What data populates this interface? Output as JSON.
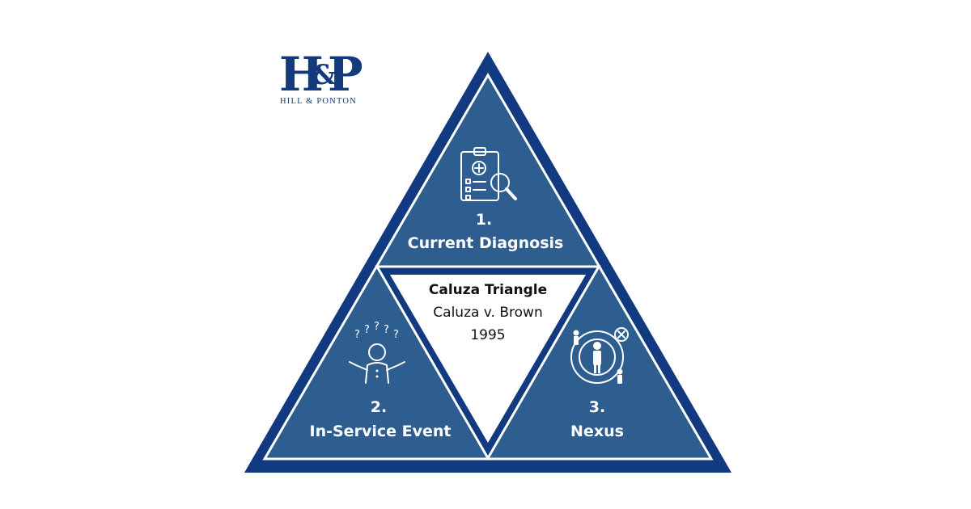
{
  "logo": {
    "mark_h": "H",
    "mark_amp": "&",
    "mark_p": "P",
    "subtitle": "HILL & PONTON"
  },
  "center": {
    "title": "Caluza Triangle",
    "line1": "Caluza v. Brown",
    "line2": "1995"
  },
  "sections": {
    "top": {
      "number": "1.",
      "label": "Current Diagnosis",
      "icon": "clipboard-magnifier-icon"
    },
    "left": {
      "number": "2.",
      "label": "In-Service Event",
      "icon": "confused-person-icon"
    },
    "right": {
      "number": "3.",
      "label": "Nexus",
      "icon": "person-connection-icon"
    }
  },
  "colors": {
    "outer": "#123a80",
    "inner": "#2e5d8f",
    "line": "#ffffff",
    "center_fill": "#ffffff"
  }
}
